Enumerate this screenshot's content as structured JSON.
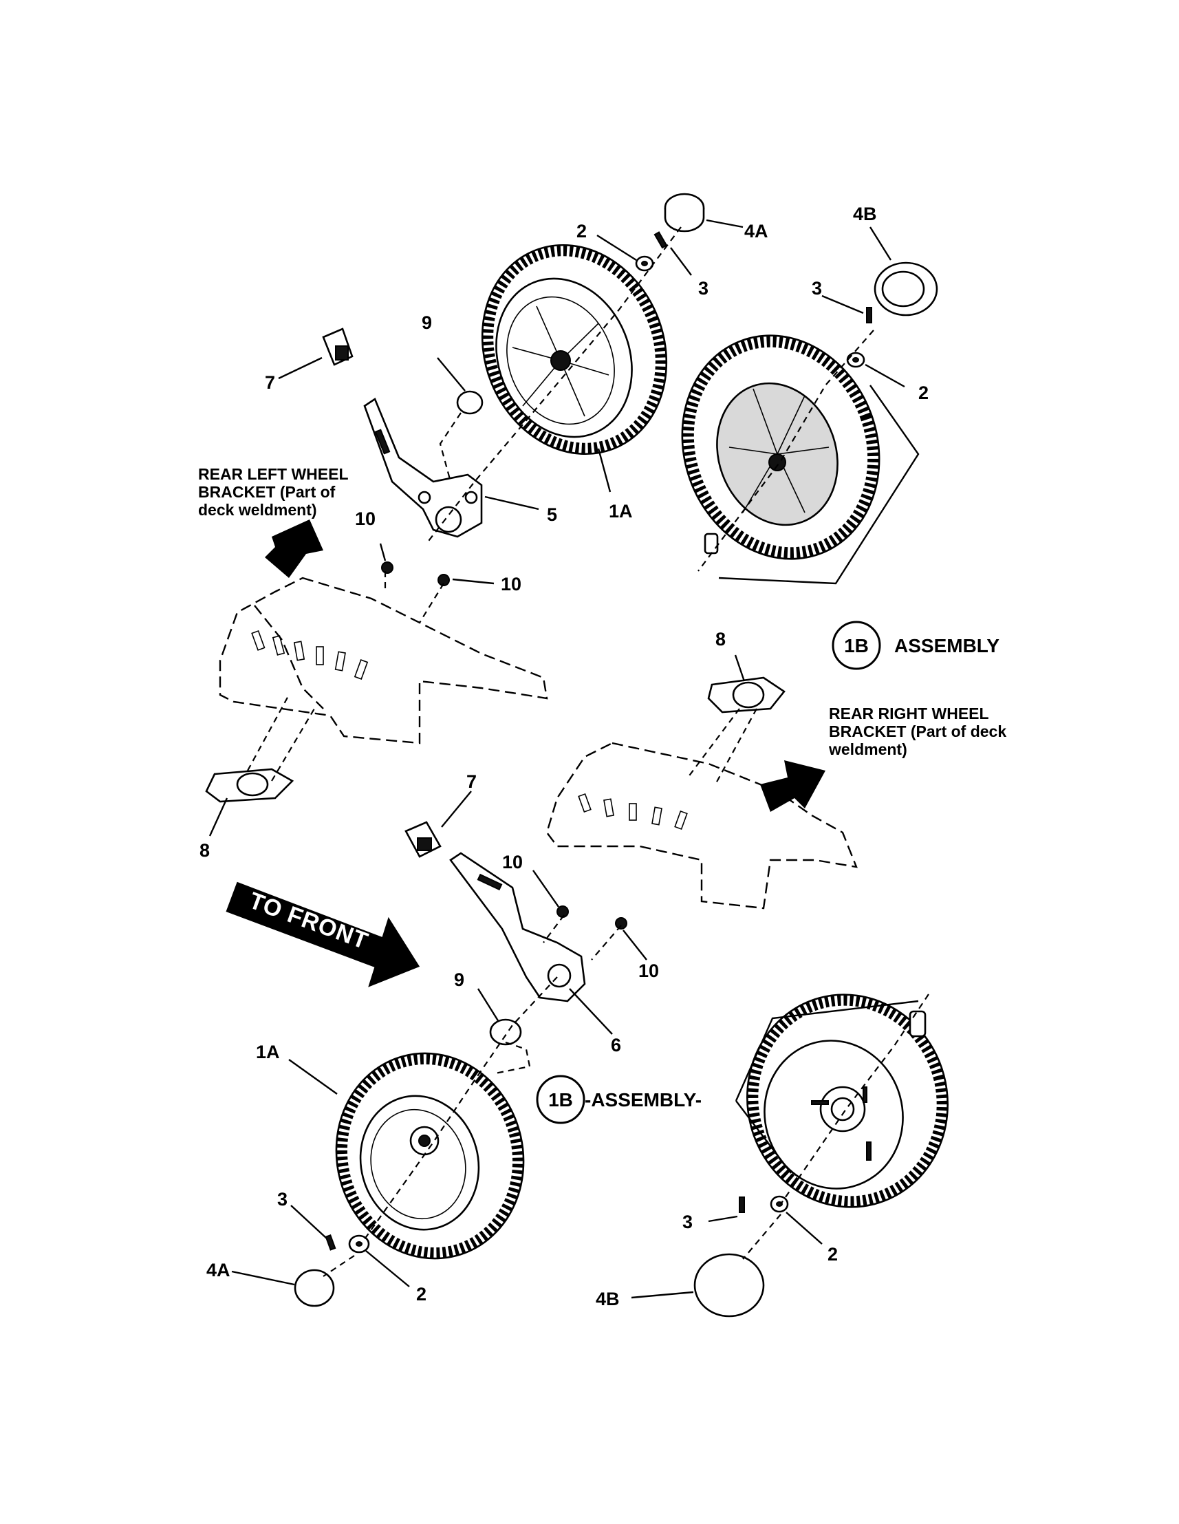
{
  "diagram": {
    "labels": {
      "l_4a_top": "4A",
      "l_2_top": "2",
      "l_3_top": "3",
      "l_4b_top": "4B",
      "l_3_right": "3",
      "l_2_right": "2",
      "l_7_top": "7",
      "l_9_top": "9",
      "l_5": "5",
      "l_1a_top": "1A",
      "l_10_a": "10",
      "l_10_b": "10",
      "l_8_top": "8",
      "l_8_left": "8",
      "l_7_mid": "7",
      "l_10_c": "10",
      "l_10_d": "10",
      "l_9_mid": "9",
      "l_6": "6",
      "l_1a_bottom": "1A",
      "l_3_bl": "3",
      "l_4a_bl": "4A",
      "l_2_bl": "2",
      "l_3_br": "3",
      "l_4b_br": "4B",
      "l_2_br": "2"
    },
    "callouts": {
      "assembly_top": {
        "circle": "1B",
        "text": "ASSEMBLY"
      },
      "assembly_bottom": {
        "circle": "1B",
        "text": "-ASSEMBLY-"
      }
    },
    "notes": {
      "rear_left": [
        "REAR LEFT WHEEL",
        "BRACKET (Part of",
        "deck weldment)"
      ],
      "rear_right": [
        "REAR RIGHT WHEEL",
        "BRACKET (Part of deck",
        "weldment)"
      ]
    },
    "direction_arrow": "TO FRONT"
  }
}
